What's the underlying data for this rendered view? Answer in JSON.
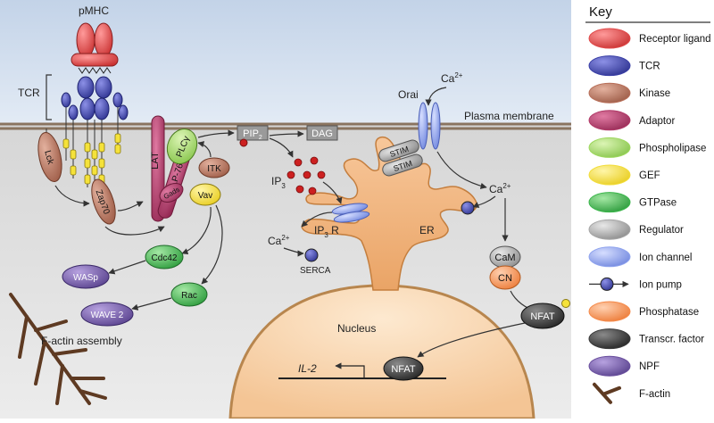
{
  "diagram": {
    "labels": {
      "pmhc": "pMHC",
      "tcr": "TCR",
      "lck": "Lck",
      "zap70": "Zap70",
      "lat": "LAT",
      "plcg": "PLCγ",
      "gads": "Gads",
      "slp76": "SLP-76",
      "itk": "ITK",
      "vav": "Vav",
      "cdc42": "Cdc42",
      "wasp": "WASp",
      "rac": "Rac",
      "wave2": "WAVE 2",
      "factin": "F-actin assembly",
      "pip2_main": "PIP",
      "pip2_sub": "2",
      "dag": "DAG",
      "ip3_main": "IP",
      "ip3_sub": "3",
      "ip3r_main": "IP",
      "ip3r_sub": "3",
      "ip3r_suffix": " R",
      "ca_main": "Ca",
      "ca_sup": "2+",
      "serca": "SERCA",
      "er": "ER",
      "orai": "Orai",
      "stim": "STIM",
      "plasma_membrane": "Plasma membrane",
      "cam": "CaM",
      "cn": "CN",
      "nfat": "NFAT",
      "nucleus": "Nucleus",
      "il2": "IL-2"
    },
    "key": {
      "title": "Key",
      "items": [
        {
          "label": "Receptor ligand",
          "color": "#e04a4a"
        },
        {
          "label": "TCR",
          "color": "#3a3fa6"
        },
        {
          "label": "Kinase",
          "color": "#b86e58"
        },
        {
          "label": "Adaptor",
          "color": "#b23a68"
        },
        {
          "label": "Phospholipase",
          "color": "#9ed85e"
        },
        {
          "label": "GEF",
          "color": "#f2dd3a"
        },
        {
          "label": "GTPase",
          "color": "#3ab64a"
        },
        {
          "label": "Regulator",
          "color": "#a6a6a6"
        },
        {
          "label": "Ion channel",
          "color": "#8fa3ee"
        },
        {
          "label": "Ion pump",
          "color": "#5a5fb0"
        },
        {
          "label": "Phosphatase",
          "color": "#f58a4a"
        },
        {
          "label": "Transcr. factor",
          "color": "#3a3a3a"
        },
        {
          "label": "NPF",
          "color": "#6a4f9e"
        },
        {
          "label": "F-actin",
          "color": "#5e3a22"
        }
      ]
    }
  }
}
